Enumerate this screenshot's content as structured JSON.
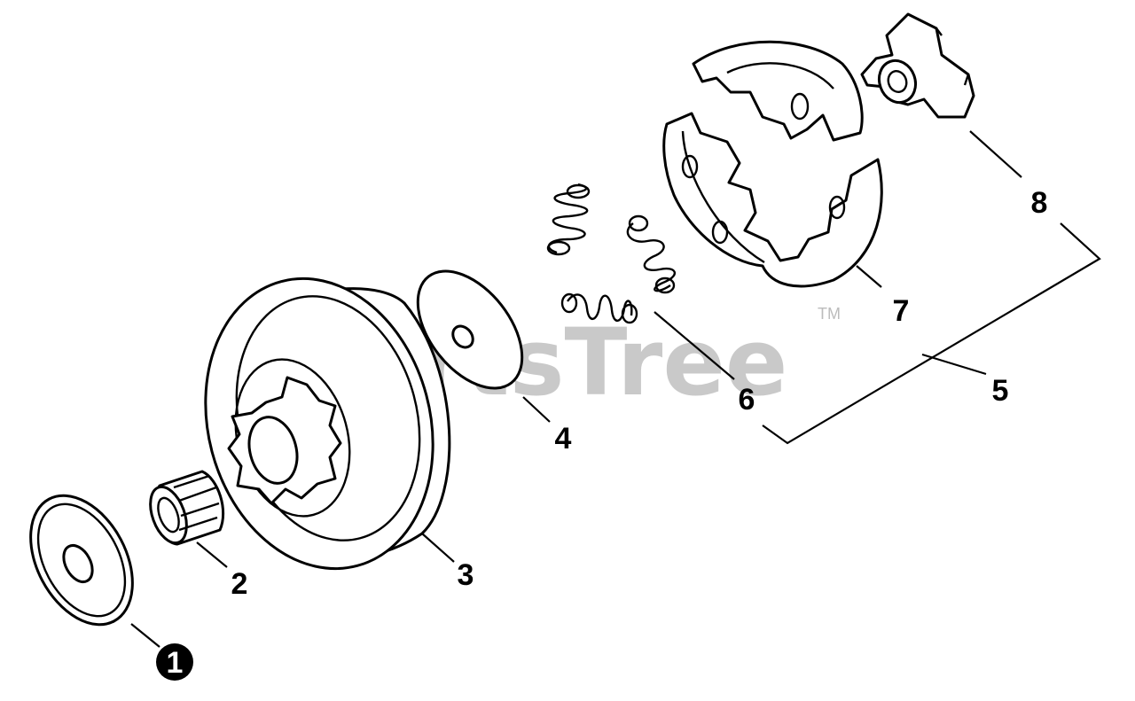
{
  "watermark": {
    "text": "PartsTree",
    "trademark": "TM"
  },
  "callouts": [
    {
      "id": "1",
      "label": "1",
      "highlighted": true
    },
    {
      "id": "2",
      "label": "2"
    },
    {
      "id": "3",
      "label": "3"
    },
    {
      "id": "4",
      "label": "4"
    },
    {
      "id": "5",
      "label": "5"
    },
    {
      "id": "6",
      "label": "6"
    },
    {
      "id": "7",
      "label": "7"
    },
    {
      "id": "8",
      "label": "8"
    }
  ],
  "colors": {
    "line": "#000000",
    "background": "#ffffff",
    "watermark": "#c9c9c9",
    "highlight": "#000000"
  }
}
